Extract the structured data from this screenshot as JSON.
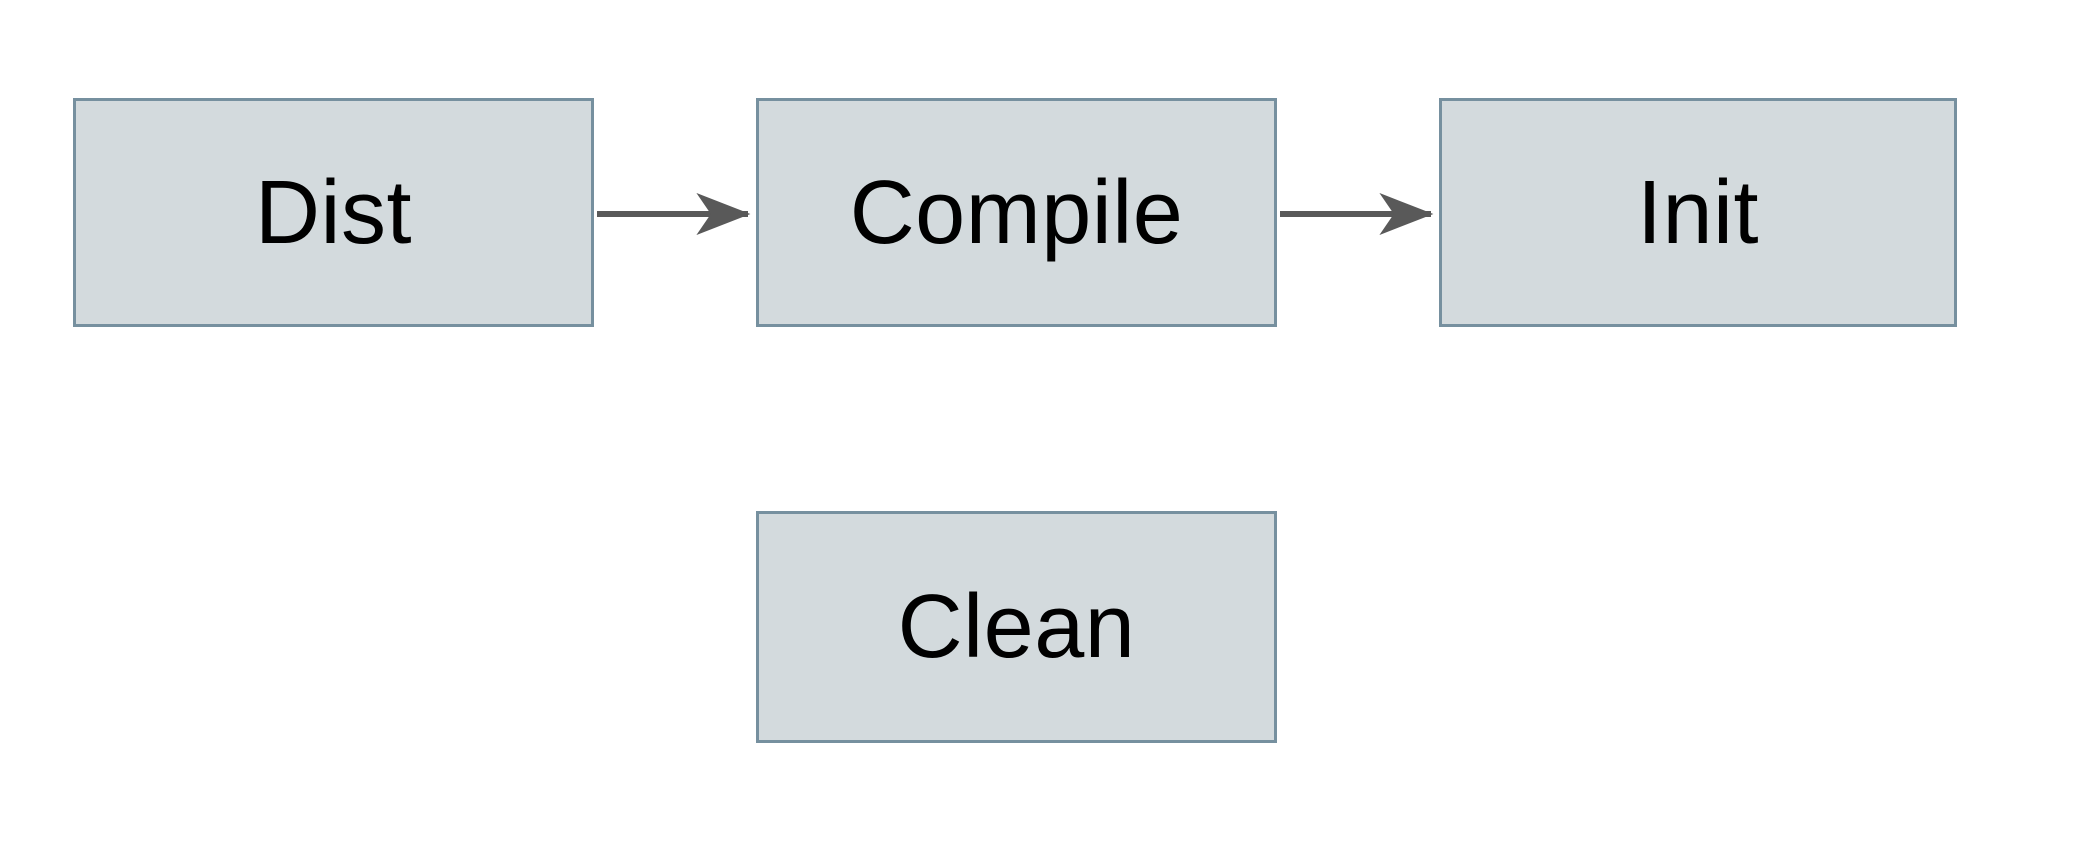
{
  "diagram": {
    "nodes": [
      {
        "id": "dist",
        "label": "Dist"
      },
      {
        "id": "compile",
        "label": "Compile"
      },
      {
        "id": "init",
        "label": "Init"
      },
      {
        "id": "clean",
        "label": "Clean"
      }
    ],
    "edges": [
      {
        "from": "Dist",
        "to": "Compile"
      },
      {
        "from": "Compile",
        "to": "Init"
      }
    ],
    "colors": {
      "background": "#ffffff",
      "node_fill": "#d3dadd",
      "node_border": "#76909f",
      "arrow": "#595959",
      "text": "#000000"
    }
  }
}
